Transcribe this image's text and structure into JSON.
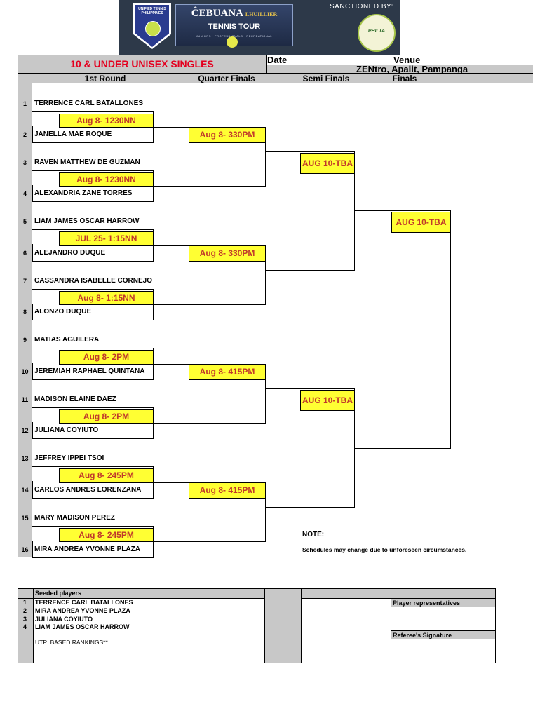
{
  "banner": {
    "utp_logo_text": "UNIFIED TENNIS PHILIPPINES",
    "cebuana_main": "ĈEBUANA",
    "cebuana_small": "LHUILLIER",
    "tour_title": "TENNIS TOUR",
    "tour_sub": "JUNIORS · PROFESSIONALS · RECREATIONAL",
    "sanctioned_by": "SANCTIONED BY:",
    "philta_text": "PHILTA"
  },
  "header": {
    "event_title": "10 & UNDER UNISEX SINGLES",
    "date_label": "Date",
    "venue_label": "Venue",
    "venue_value": "ZENtro, Apalit, Pampanga",
    "rounds": [
      "1st Round",
      "Quarter Finals",
      "Semi Finals",
      "Finals"
    ]
  },
  "players": [
    {
      "num": "1",
      "name": "TERRENCE CARL BATALLONES"
    },
    {
      "num": "2",
      "name": "JANELLA MAE ROQUE"
    },
    {
      "num": "3",
      "name": "RAVEN MATTHEW DE GUZMAN"
    },
    {
      "num": "4",
      "name": "ALEXANDRIA ZANE TORRES"
    },
    {
      "num": "5",
      "name": "LIAM JAMES OSCAR HARROW"
    },
    {
      "num": "6",
      "name": "ALEJANDRO DUQUE"
    },
    {
      "num": "7",
      "name": "CASSANDRA ISABELLE CORNEJO"
    },
    {
      "num": "8",
      "name": "ALONZO DUQUE"
    },
    {
      "num": "9",
      "name": "MATIAS AGUILERA"
    },
    {
      "num": "10",
      "name": "JEREMIAH RAPHAEL QUINTANA"
    },
    {
      "num": "11",
      "name": "MADISON ELAINE DAEZ"
    },
    {
      "num": "12",
      "name": "JULIANA COYIUTO"
    },
    {
      "num": "13",
      "name": "JEFFREY IPPEI TSOI"
    },
    {
      "num": "14",
      "name": "CARLOS ANDRES LORENZANA"
    },
    {
      "num": "15",
      "name": "MARY MADISON PEREZ"
    },
    {
      "num": "16",
      "name": "MIRA ANDREA YVONNE PLAZA"
    }
  ],
  "schedule": {
    "r1": [
      "Aug 8- 1230NN",
      "Aug 8- 1230NN",
      "JUL 25- 1:15NN",
      "Aug 8- 1:15NN",
      "Aug 8- 2PM",
      "Aug 8- 2PM",
      "Aug 8- 245PM",
      "Aug 8- 245PM"
    ],
    "qf": [
      "Aug 8- 330PM",
      "Aug 8- 330PM",
      "Aug 8- 415PM",
      "Aug 8- 415PM"
    ],
    "sf": [
      "AUG 10-TBA",
      "AUG 10-TBA"
    ],
    "final": "AUG 10-TBA"
  },
  "note": {
    "label": "NOTE:",
    "text": "Schedules may change due to unforeseen circumstances."
  },
  "seeds": {
    "header": "Seeded players",
    "list": [
      {
        "num": "1",
        "name": "TERRENCE CARL BATALLONES"
      },
      {
        "num": "2",
        "name": "MIRA ANDREA YVONNE PLAZA"
      },
      {
        "num": "3",
        "name": "JULIANA COYIUTO"
      },
      {
        "num": "4",
        "name": "LIAM JAMES OSCAR HARROW"
      }
    ],
    "rankings_note": "UTP  BASED RANKINGS**",
    "player_reps": "Player representatives",
    "referee": "Referee's Signature"
  }
}
